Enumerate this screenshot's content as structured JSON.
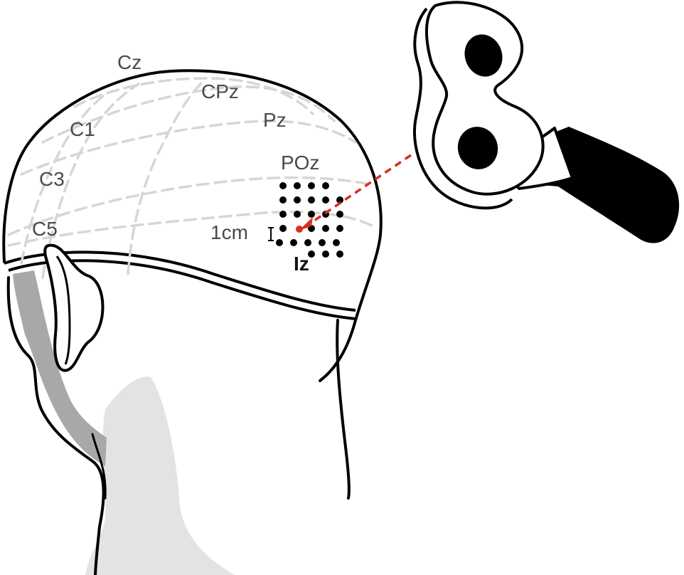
{
  "electrode_labels": {
    "cz": "Cz",
    "cpz": "CPz",
    "pz": "Pz",
    "poz": "POz",
    "c1": "C1",
    "c3": "C3",
    "c5": "C5",
    "iz": "Iz"
  },
  "scale_label": "1cm",
  "colors": {
    "outline": "#000000",
    "grid_lines": "#d6d6d6",
    "label_text": "#4a4a4a",
    "target_arrow": "#d7301f",
    "skin_shadow": "#e3e3e3",
    "neck_shadow": "#a8a8a8",
    "coil_handle": "#000000"
  },
  "icons": {
    "stimulation_grid": "dot-grid-icon",
    "tms_coil": "figure-eight-coil-icon",
    "arrow": "dashed-arrow-icon"
  }
}
